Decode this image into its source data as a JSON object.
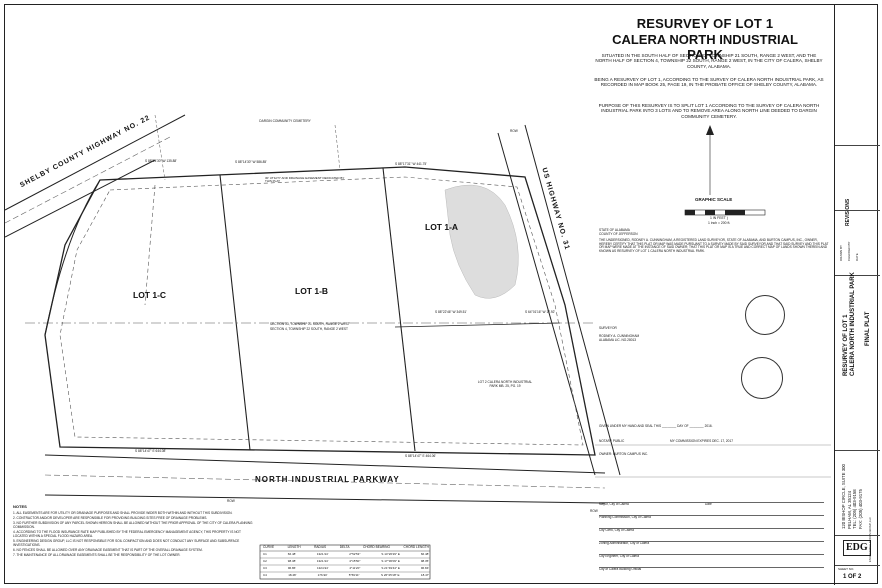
{
  "title": {
    "line1": "RESURVEY OF LOT 1",
    "line2": "CALERA NORTH INDUSTRIAL PARK"
  },
  "description": {
    "p1": "SITUATED IN THE SOUTH HALF OF SECTION 33, TOWNSHIP 21 SOUTH, RANGE 2 WEST, AND THE NORTH HALF OF SECTION 4, TOWNSHIP 22 SOUTH, RANGE 2 WEST, IN THE CITY OF CALERA, SHELBY COUNTY, ALABAMA.",
    "p2": "BEING A RESURVEY OF LOT 1, ACCORDING TO THE SURVEY OF CALERA NORTH INDUSTRIAL PARK, AS RECORDED IN MAP BOOK 25, PAGE 19, IN THE PROBATE OFFICE OF SHELBY COUNTY, ALABAMA.",
    "p3": "PURPOSE OF THIS RESURVEY IS TO SPLIT LOT 1 ACCORDING TO THE SURVEY OF CALERA NORTH INDUSTRIAL PARK INTO 3 LOTS AND TO REMOVE AREA ALONG NORTH LINE DEEDED TO DARGIN COMMUNITY CEMETERY."
  },
  "map": {
    "lots": [
      "LOT 1-A",
      "LOT 1-B",
      "LOT 1-C"
    ],
    "roads": {
      "hwy22": "SHELBY COUNTY HIGHWAY NO. 22",
      "us31": "US HIGHWAY NO. 31",
      "parkway": "NORTH INDUSTRIAL PARKWAY"
    },
    "labels": {
      "graphic_scale": "GRAPHIC SCALE",
      "scale_text": "1 IN FEET )",
      "scale_text2": "1 inch = 200 ft.",
      "section_n": "SECTION 33, TOWNSHIP 21 SOUTH, RANGE 2 WEST",
      "section_s": "SECTION 4, TOWNSHIP 22 SOUTH, RANGE 2 WEST",
      "calera_park": "LOT 2 CALERA NORTH INDUSTRIAL PARK MB. 25, PG. 19",
      "cemetery": "DARGIN COMMUNITY CEMETERY",
      "bearing_n1": "S 88°14'30\" W  586.85'",
      "bearing_n2": "S 88°17'31\" W  441.75'",
      "bearing_n3": "S 88°14'30\" W  135.88'",
      "bearing_s1": "S 88°14'47\" E  644.08'",
      "bearing_s2": "S 88°14'47\" E  464.06'",
      "bearing_m1": "S 88°22'46\" W  349.51'",
      "bearing_m2": "S 64°01'16\" W  17.92'",
      "easement": "30' UTILITY AND DRAINAGE EASEMENT DEDICATED BY THIS PLAT",
      "row1": "ROW",
      "row2": "ROW",
      "row3": "ROW"
    }
  },
  "curve_table": {
    "headers": [
      "CURVE",
      "LENGTH",
      "RADIUS",
      "DELTA",
      "CHORD BEARING",
      "CHORD LENGTH"
    ],
    "rows": [
      [
        "C1",
        "66.48'",
        "1321.94'",
        "2°52'53\"",
        "S 14°26'29\" E",
        "66.48'"
      ],
      [
        "C2",
        "98.38'",
        "1321.94'",
        "4°15'50\"",
        "S 17°36'09\" E",
        "98.35'"
      ],
      [
        "C3",
        "96.86'",
        "1324.94'",
        "4°11'20\"",
        "S 21°49'44\" E",
        "96.84'"
      ],
      [
        "C4",
        "18.48'",
        "176.90'",
        "5°59'11\"",
        "S 26°45'18\" E",
        "18.47'"
      ]
    ]
  },
  "notes": {
    "heading": "NOTES",
    "items": [
      "1.  ALL EASEMENTS ARE FOR UTILITY OR DRAINAGE PURPOSES AND SHALL PROVIDE WIDER BOTH WITHIN AND WITHOUT THIS SUBDIVISION.",
      "2.  CONTRACTOR AND/OR DEVELOPER ARE RESPONSIBLE FOR PROVIDING BUILDING SITES FREE OF DRAINAGE PROBLEMS.",
      "3.  NO FURTHER SUBDIVISION OF ANY PARCEL SHOWN HEREON SHALL BE ALLOWED WITHOUT THE PRIOR APPROVAL OF THE CITY OF CALERA PLANNING COMMISSION.",
      "4.  ACCORDING TO THE FLOOD INSURANCE RATE MAP PUBLISHED BY THE FEDERAL EMERGENCY MANAGEMENT AGENCY, THIS PROPERTY IS NOT LOCATED WITHIN A SPECIAL FLOOD HAZARD AREA.",
      "5.  ENGINEERING DESIGN GROUP, LLC IS NOT RESPONSIBLE FOR SOIL COMPACTION AND DOES NOT CONDUCT ANY SURFACE AND SUBSURFACE INVESTIGATIONS.",
      "6.  NO FENCES SHALL BE ALLOWED OVER ANY DRAINAGE EASEMENT THAT IS PART OF THE OVERALL DRAINAGE SYSTEM.",
      "7.  THE MAINTENANCE OF ALL DRAINAGE EASEMENTS SHALL BE THE RESPONSIBILITY OF THE LOT OWNER."
    ]
  },
  "certificates": {
    "state1": "STATE OF ALABAMA\nCOUNTY OF JEFFERSON",
    "surveyor_text": "THE UNDERSIGNED, RODNEY A. CUNNINGHAM, A REGISTERED LAND SURVEYOR, STATE OF ALABAMA, AND BURTON CAMPUS, INC., OWNER, HEREBY CERTIFY THAT THIS PLAT OR MAP WAS MADE PURSUANT TO A SURVEY MADE BY SAID SURVEYOR AND THAT SAID SURVEY AND THIS PLAT OR MAP WERE MADE AT THE INSTANCE OF SAID OWNER; THAT THIS PLAT OR MAP IS A TRUE AND CORRECT MAP OF LANDS SHOWN THEREIN AND KNOWN AS RESURVEY OF LOT 1 CALERA NORTH INDUSTRIAL PARK.",
    "surveyor_label": "SURVEYOR",
    "surveyor_name": "RODNEY A. CUNNINGHAM\nALABAMA LIC. NO.28013",
    "notary_label": "NOTARY PUBLIC",
    "commission": "MY COMMISSION EXPIRES DEC. 17, 2017",
    "owner_label": "OWNER: BURTON CAMPUS INC.",
    "given": "GIVEN UNDER MY HAND AND SEAL THIS ________ DAY OF ________ 2016.",
    "approvals": [
      "Mayor, City of Calera",
      "Planning Commission, City of Calera",
      "City Clerk, City of Calera",
      "Zoning Administrator, City of Calera",
      "City Engineer, City of Calera",
      "City of Calera Building Official"
    ],
    "date_label": "Date"
  },
  "title_block": {
    "revisions": "REVISIONS",
    "project": "RESURVEY OF LOT 1\nCALERA NORTH INDUSTRIAL PARK",
    "sheet_type": "FINAL PLAT",
    "address": "120 BISHOP CIRCLE, SUITE 300\nPELHAM, AL 35124\nTEL: (205) 403-9158\nFAX: (205) 403-9175",
    "company": "ENGINEERING DESIGN GROUP, LLC",
    "logo": "EDG",
    "sheet_no_label": "SHEET NO.",
    "sheet_no": "1 OF 2",
    "drawn_by": "DRAWN BY",
    "checked_by": "CHECKED BY",
    "date": "DATE"
  },
  "colors": {
    "line": "#222222",
    "dash": "#555555",
    "hatch": "#bbbbbb"
  }
}
